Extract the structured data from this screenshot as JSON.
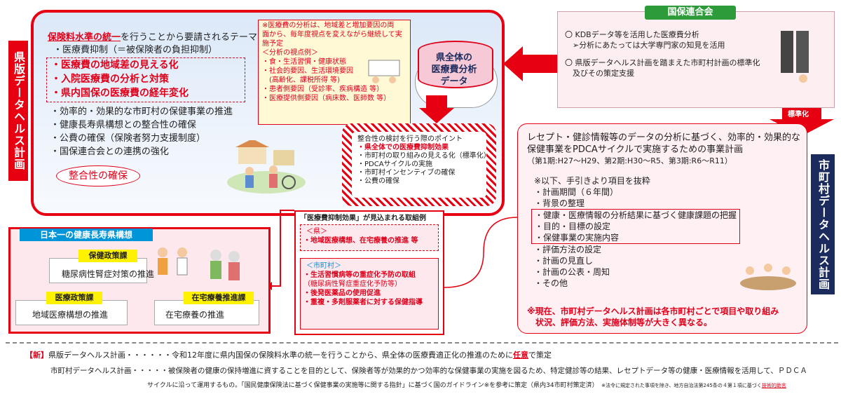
{
  "tabs": {
    "prefecture": "県版データヘルス計画",
    "municipal": "市町村データヘルス計画"
  },
  "pref_main": {
    "heading_underlined": "保険料水準の統一",
    "heading_rest": "を行うことから要請されるテーマ",
    "line1": "・医療費抑制（＝被保険者の負担抑制）",
    "red_lines": [
      "・医療費の地域差の見える化",
      "・入院医療費の分析と対策",
      "・県内国保の医療費の経年変化"
    ],
    "lines": [
      "・効率的・効果的な市町村の保健事業の推進",
      "・健康長寿県構想との整合性の確保",
      "・公費の確保（保険者努力支援制度）",
      "・国保連合会との連携の強化"
    ],
    "consistency": "整合性の確保"
  },
  "analysis": {
    "note_lines": [
      "※医療費の分析は、地域差と増加要因の両",
      "面から、毎年度視点を変えながら継続して実",
      "施予定"
    ],
    "viewpoint_title": "＜分析の視点例＞",
    "viewpoints": [
      "・食・生活習慣・健康状態",
      "・社会的要因、生活環境要因",
      "　(高齢化、課税所得 等)",
      "・患者側要因（受診率、疾病構造 等）",
      "・医療提供側要因（病床数、医師数 等）"
    ]
  },
  "cylinder": {
    "lines": [
      "県全体の",
      "医療費分析",
      "データ"
    ]
  },
  "kokuho": {
    "title": "国保連合会",
    "items": [
      "〇 KDBデータ等を活用した医療費分析",
      "　➢分析にあたっては大学専門家の知見を活用",
      "〇 県版データヘルス計画を踏まえた市町村計画の標準化",
      "　及びその策定支援"
    ],
    "standardize": "標準化"
  },
  "checkpoints": {
    "title": "整合性の検討を行う際のポイント",
    "red_item": "・県全体での医療費抑制効果",
    "items": [
      "・市町村の取り組みの見える化（標準化）",
      "・PDCAサイクルの実施",
      "・市町村インセンティブの確保",
      "・公費の確保"
    ]
  },
  "effect": {
    "title": "「医療費抑制効果」が見込まれる取組例",
    "pref_label": "＜県＞",
    "pref_item": "・地域医療構想、在宅療養の推進 等",
    "muni_label": "＜市町村＞",
    "muni_items": [
      "・生活習慣病等の重症化予防の取組",
      "（糖尿病性腎症重症化予防等）",
      "・後発医薬品の使用促進",
      "・重複・多剤服薬者に対する保健指導"
    ]
  },
  "longevity": {
    "title": "日本一の健康長寿県構想",
    "boxes": [
      {
        "tag": "保健政策課",
        "text": "糖尿病性腎症対策の推進"
      },
      {
        "tag": "医療政策課",
        "text": "地域医療構想の推進"
      },
      {
        "tag": "在宅療養推進課",
        "text": "在宅療養の推進"
      }
    ]
  },
  "municipal": {
    "desc_lines": [
      "レセプト・健診情報等のデータの分析に基づく、効率的・効果的な",
      "保健事業をPDCAサイクルで実施するための事業計画"
    ],
    "periods": "（第1期:H27～H29、第2期:H30～R5、第3期:R6～R11）",
    "items": [
      "※以下、手引きより項目を抜粋",
      "・計画期間（６年間）",
      "・背景の整理",
      "・健康・医療情報の分析結果に基づく健康課題の把握",
      "・目的・目標の設定",
      "・保健事業の実施内容",
      "・評価方法の設定",
      "・計画の見直し",
      "・計画の公表・周知",
      "・その他"
    ],
    "note_lines": [
      "※現在、市町村データヘルス計画は各市町村ごとで項目や取り組み",
      "　状況、評価方法、実施体制等が大きく異なる。"
    ]
  },
  "footer": {
    "new_tag": "【新】",
    "line1_a": "県版データヘルス計画・・・・・・令和12年度に県内国保の保険料水準の統一を行うことから、県全体の医療費適正化の推進のために",
    "line1_red": "任意",
    "line1_b": "で策定",
    "line2": "市町村データヘルス計画・・・・・被保険者の健康の保持増進に資することを目的として、保険者等が効果的かつ効率的な保健事業の実施を図るため、特定健診等の結果、レセプトデータ等の健康・医療情報を活用して、ＰＤＣＡ",
    "line3": "サイクルに沿って運用するもの。「国民健康保険法に基づく保健事業の実施等に関する指針」に基づく国のガイドライン※を参考に策定（県内34市町村策定済）",
    "line3_small": "※法令に規定された事項を除き、地方自治法第245条の４第１項に基づく",
    "line3_red": "技術的助言"
  }
}
